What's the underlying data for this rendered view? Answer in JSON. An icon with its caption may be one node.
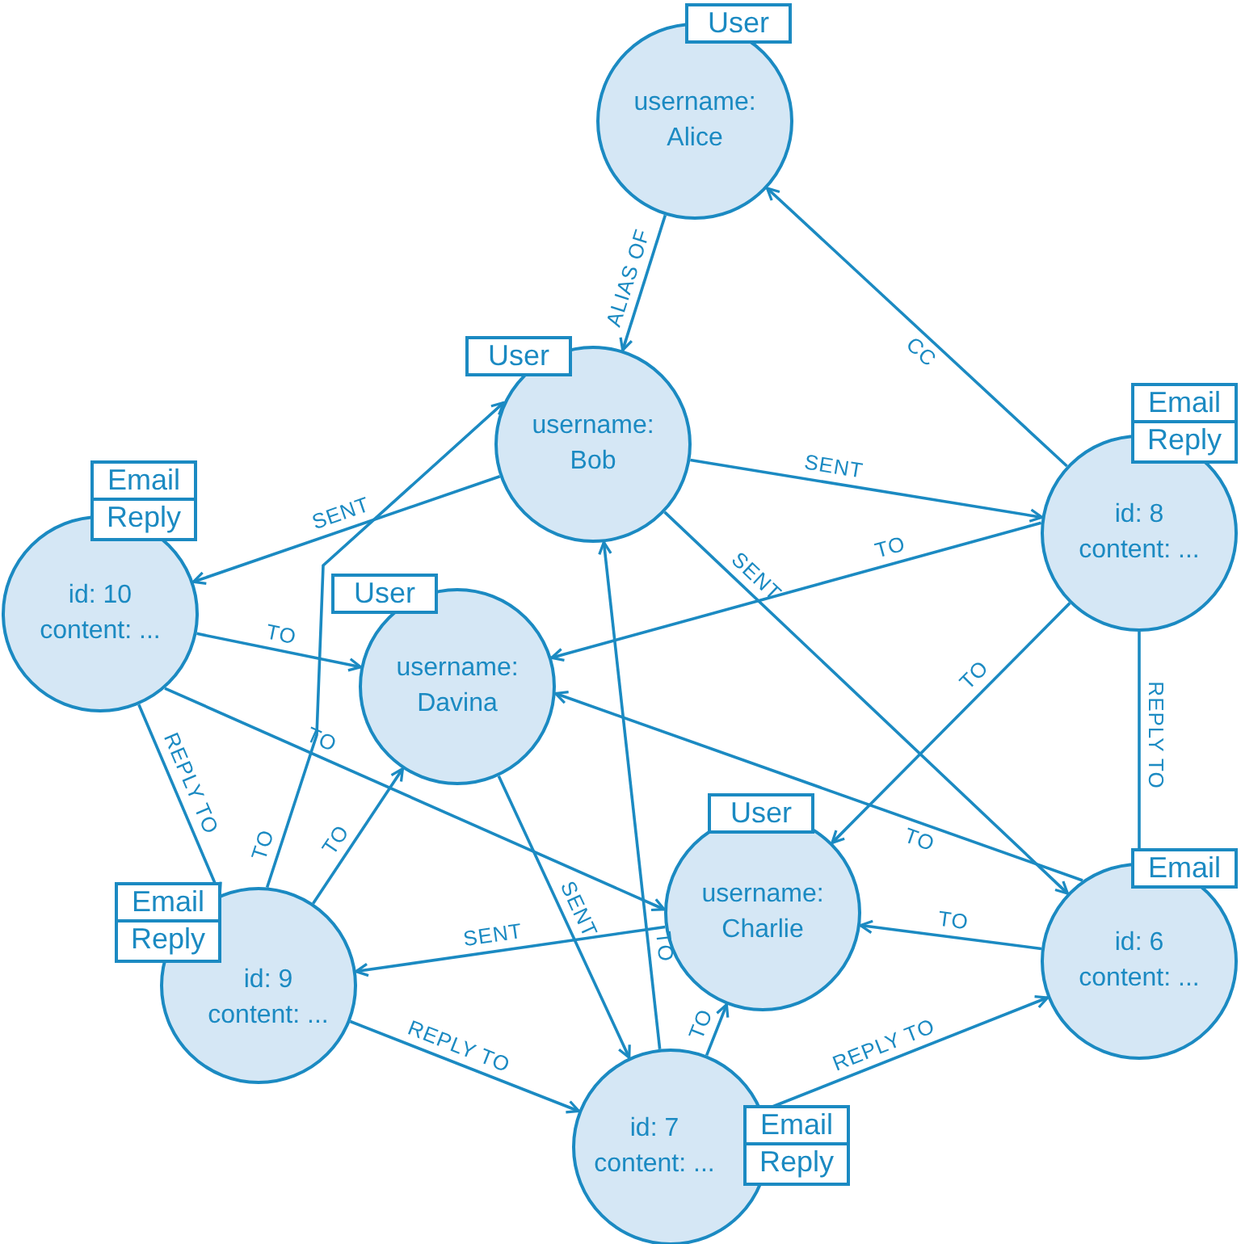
{
  "diagram": {
    "nodes": [
      {
        "text": [
          "User",
          "username: Alice"
        ]
      },
      {
        "text": [
          "User",
          "username: Bob"
        ]
      },
      {
        "text": [
          "Email",
          "Reply",
          "id: 10 content: ..."
        ]
      },
      {
        "text": [
          "User",
          "username: Davina"
        ]
      },
      {
        "text": [
          "Email",
          "Reply",
          "id: 8 content: ..."
        ]
      },
      {
        "text": [
          "User",
          "username: Charlie"
        ]
      },
      {
        "text": [
          "Email",
          "Reply",
          "id: 9 content: ..."
        ]
      },
      {
        "text": [
          "Email",
          "id: 6 content: ..."
        ]
      },
      {
        "text": [
          "id: 7 content: ...",
          "Email",
          "Reply"
        ]
      }
    ],
    "edges": [
      {
        "from": 0,
        "to": 1,
        "arrow": "to",
        "label": "ALIAS OF"
      },
      {
        "from": 4,
        "to": 0,
        "arrow": "to",
        "label": "CC"
      },
      {
        "from": 1,
        "to": 2,
        "arrow": "to",
        "label": "SENT"
      },
      {
        "from": 1,
        "to": 4,
        "arrow": "to",
        "label": "SENT"
      },
      {
        "from": 1,
        "to": 7,
        "arrow": "to",
        "label": "SENT"
      },
      {
        "from": 4,
        "to": 3,
        "arrow": "to",
        "label": "TO"
      },
      {
        "from": 4,
        "to": 5,
        "arrow": "to",
        "label": "TO"
      },
      {
        "from": 4,
        "to": 7,
        "arrow": "to",
        "label": "REPLY TO"
      },
      {
        "from": 2,
        "to": 3,
        "arrow": "to",
        "label": "TO"
      },
      {
        "from": 2,
        "to": 5,
        "arrow": "to",
        "label": "TO"
      },
      {
        "from": 2,
        "to": 6,
        "arrow": "to",
        "label": "REPLY TO"
      },
      {
        "from": 6,
        "to": 1,
        "arrow": "to",
        "label": "TO"
      },
      {
        "from": 6,
        "to": 3,
        "arrow": "to",
        "label": "TO"
      },
      {
        "from": 3,
        "to": 8,
        "arrow": "to",
        "label": "SENT"
      },
      {
        "from": 5,
        "to": 6,
        "arrow": "to",
        "label": "SENT"
      },
      {
        "from": 6,
        "to": 8,
        "arrow": "to",
        "label": "REPLY TO"
      },
      {
        "from": 7,
        "to": 3,
        "arrow": "to",
        "label": "TO"
      },
      {
        "from": 7,
        "to": 5,
        "arrow": "to",
        "label": "TO"
      },
      {
        "from": 8,
        "to": 7,
        "arrow": "to",
        "label": "REPLY TO"
      },
      {
        "from": 8,
        "to": 5,
        "arrow": "to",
        "label": "TO"
      },
      {
        "from": 8,
        "to": 1,
        "arrow": "to",
        "label": "TO"
      }
    ]
  }
}
